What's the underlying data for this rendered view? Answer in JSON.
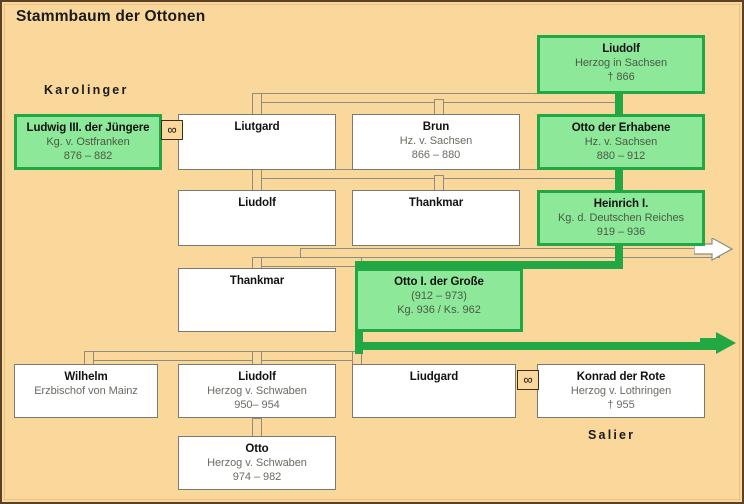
{
  "page": {
    "title": "Stammbaum der Ottonen",
    "bg_color": "#fad79b",
    "frame_color": "#5b4126",
    "highlight_color": "#21a844",
    "highlight_fill": "#8ee89a"
  },
  "labels": {
    "karolinger": "Karolinger",
    "salier": "Salier"
  },
  "marriage_symbol": "∞",
  "nodes": {
    "liudolf_sachsen": {
      "name": "Liudolf",
      "line2": "Herzog in Sachsen",
      "line3": "† 866",
      "highlight": "green"
    },
    "ludwig_iii": {
      "name": "Ludwig III. der Jüngere",
      "line2": "Kg. v. Ostfranken",
      "line3": "876 – 882",
      "highlight": "green"
    },
    "liutgard": {
      "name": "Liutgard",
      "line2": "",
      "line3": "",
      "highlight": "white"
    },
    "brun": {
      "name": "Brun",
      "line2": "Hz. v. Sachsen",
      "line3": "866 – 880",
      "highlight": "white"
    },
    "otto_erhabene": {
      "name": "Otto der Erhabene",
      "line2": "Hz. v. Sachsen",
      "line3": "880 – 912",
      "highlight": "green"
    },
    "liudolf_2": {
      "name": "Liudolf",
      "line2": "",
      "line3": "",
      "highlight": "white"
    },
    "thankmar_1": {
      "name": "Thankmar",
      "line2": "",
      "line3": "",
      "highlight": "white"
    },
    "heinrich_i": {
      "name": "Heinrich I.",
      "line2": "Kg. d. Deutschen Reiches",
      "line3": "919 – 936",
      "highlight": "green"
    },
    "thankmar_2": {
      "name": "Thankmar",
      "line2": "",
      "line3": "",
      "highlight": "white"
    },
    "otto_i": {
      "name": "Otto I. der Große",
      "line2": "(912 – 973)",
      "line3": "Kg. 936 / Ks. 962",
      "highlight": "green"
    },
    "wilhelm": {
      "name": "Wilhelm",
      "line2": "Erzbischof von Mainz",
      "line3": "",
      "highlight": "white"
    },
    "liudolf_schwaben": {
      "name": "Liudolf",
      "line2": "Herzog v. Schwaben",
      "line3": "950– 954",
      "highlight": "white"
    },
    "liudgard": {
      "name": "Liudgard",
      "line2": "",
      "line3": "",
      "highlight": "white"
    },
    "konrad_rote": {
      "name": "Konrad der Rote",
      "line2": "Herzog v. Lothringen",
      "line3": "† 955",
      "highlight": "white"
    },
    "otto_schwaben": {
      "name": "Otto",
      "line2": "Herzog v. Schwaben",
      "line3": "974 – 982",
      "highlight": "white"
    }
  }
}
